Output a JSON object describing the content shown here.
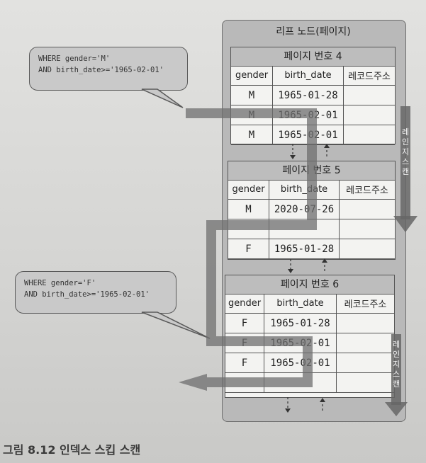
{
  "leaf": {
    "title": "리프 노드(페이지)"
  },
  "pages": [
    {
      "title": "페이지 번호 4",
      "headers": [
        "gender",
        "birth_date",
        "레코드주소"
      ],
      "rows": [
        [
          "M",
          "1965-01-28",
          ""
        ],
        [
          "M",
          "1965-02-01",
          ""
        ],
        [
          "M",
          "1965-02-01",
          ""
        ]
      ]
    },
    {
      "title": "페이지 번호 5",
      "headers": [
        "gender",
        "birth_date",
        "레코드주소"
      ],
      "rows": [
        [
          "M",
          "2020-07-26",
          ""
        ],
        [
          "",
          "",
          ""
        ],
        [
          "F",
          "1965-01-28",
          ""
        ]
      ]
    },
    {
      "title": "페이지 번호 6",
      "headers": [
        "gender",
        "birth_date",
        "레코드주소"
      ],
      "rows": [
        [
          "F",
          "1965-01-28",
          ""
        ],
        [
          "F",
          "1965-02-01",
          ""
        ],
        [
          "F",
          "1965-02-01",
          ""
        ],
        [
          "",
          "",
          ""
        ]
      ]
    }
  ],
  "queries": [
    {
      "line1": "WHERE gender='M'",
      "line2": "AND birth_date>='1965-02-01'"
    },
    {
      "line1": "WHERE gender='F'",
      "line2": "AND birth_date>='1965-02-01'"
    }
  ],
  "scan_labels": [
    "레인지 스캔",
    "레인지스캔"
  ],
  "caption": "그림 8.12 인덱스 스킵 스캔"
}
